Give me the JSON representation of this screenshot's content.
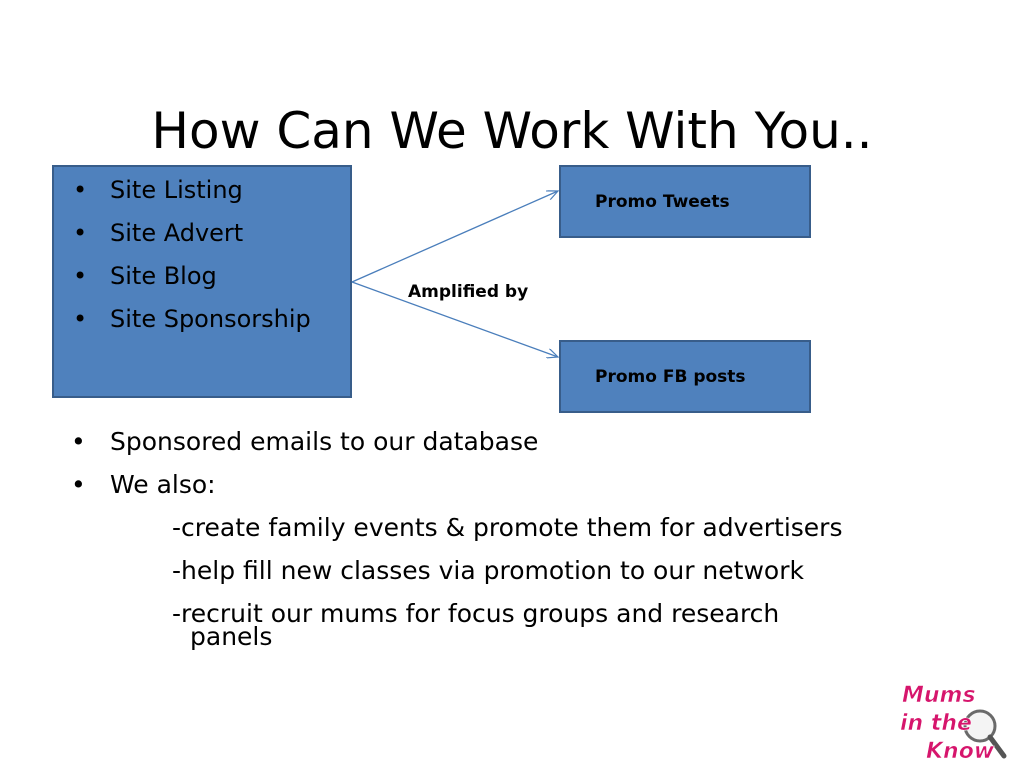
{
  "slide": {
    "title": "How Can We Work With You..",
    "main_box": {
      "items": [
        "Site Listing",
        "Site Advert",
        "Site Blog",
        "Site Sponsorship"
      ]
    },
    "promo_tweets_label": "Promo Tweets",
    "promo_fb_label": "Promo FB posts",
    "amplified_label": "Amplified by",
    "bullets": [
      "Sponsored emails to our database",
      "We also:"
    ],
    "sub_items": [
      "-create family events & promote them for advertisers",
      "-help fill new classes via promotion to our network",
      "-recruit our mums for focus groups and research"
    ],
    "sub_continuation": "panels",
    "logo": {
      "text_line1": "Mums",
      "text_line2": "in the",
      "text_line3": "Know",
      "icon": "magnifying-glass-icon"
    }
  },
  "colors": {
    "box_fill": "#4f81bd",
    "box_border": "#385d8a",
    "arrow": "#4a7ebb",
    "logo_pink": "#d6156c"
  }
}
